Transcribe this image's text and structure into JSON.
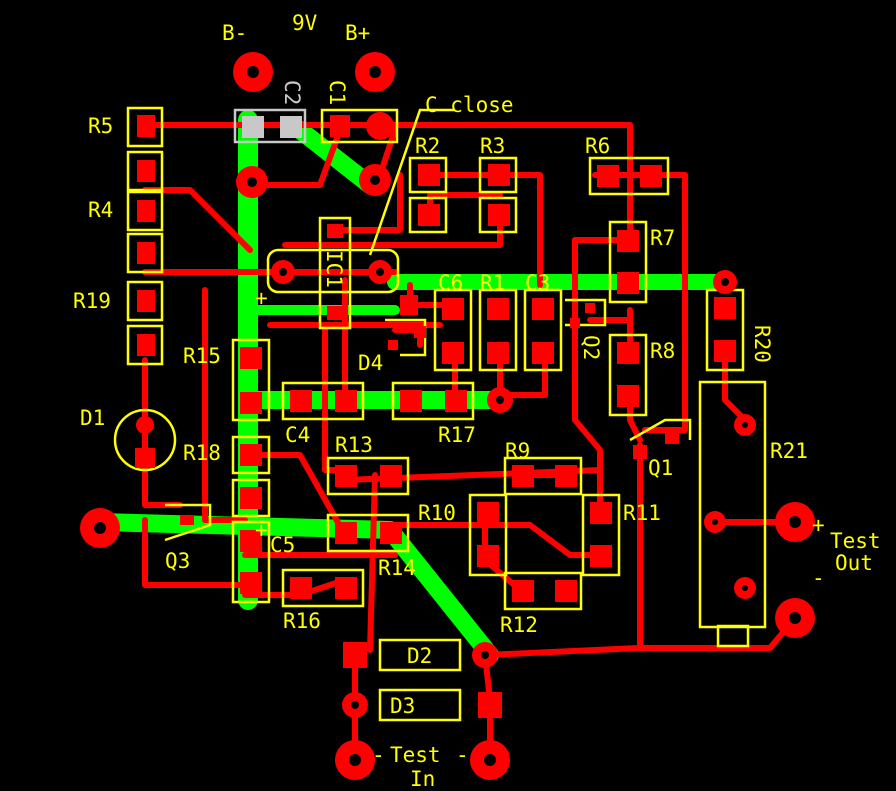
{
  "board": {
    "background": "#000000",
    "colors": {
      "trace": "#ff0000",
      "ground_pour": "#00ff00",
      "silkscreen": "#ffff00",
      "silkscreen_alt": "#c8c8c8"
    }
  },
  "labels": {
    "b_minus": "B-",
    "voltage": "9V",
    "b_plus": "B+",
    "c_close": "C close",
    "c1": "C1",
    "c2": "C2",
    "c3": "C3",
    "c4": "C4",
    "c5": "C5",
    "c6": "C6",
    "ic1": "IC1",
    "r1": "R1",
    "r2": "R2",
    "r3": "R3",
    "r4": "R4",
    "r5": "R5",
    "r6": "R6",
    "r7": "R7",
    "r8": "R8",
    "r9": "R9",
    "r10": "R10",
    "r11": "R11",
    "r12": "R12",
    "r13": "R13",
    "r14": "R14",
    "r15": "R15",
    "r16": "R16",
    "r17": "R17",
    "r18": "R18",
    "r19": "R19",
    "r20": "R20",
    "r21": "R21",
    "d1": "D1",
    "d2": "D2",
    "d3": "D3",
    "d4": "D4",
    "q1": "Q1",
    "q2": "Q2",
    "q3": "Q3",
    "test_out_line1": "Test",
    "test_out_line2": "Out",
    "test_in_line1": "Test",
    "test_in_line2": "In",
    "plus": "+",
    "minus": "-"
  }
}
